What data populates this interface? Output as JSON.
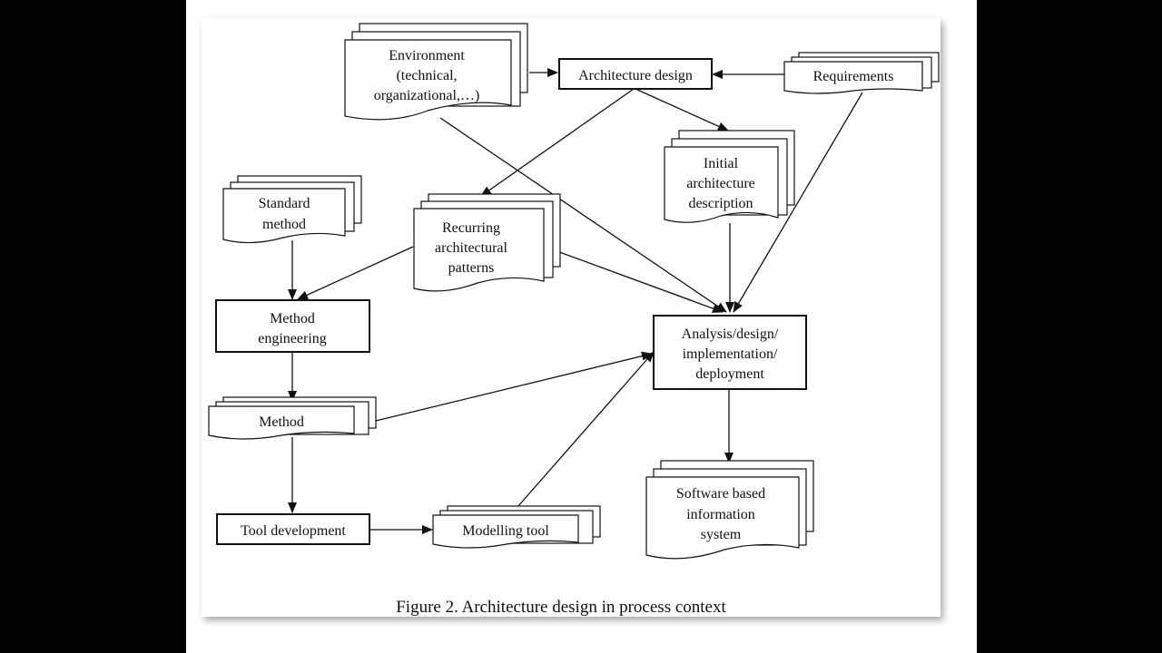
{
  "environment": [
    "Environment",
    "(technical,",
    "organizational,…)"
  ],
  "architecture_design": "Architecture design",
  "requirements": "Requirements",
  "initial_architecture_description": [
    "Initial",
    "architecture",
    "description"
  ],
  "standard_method": [
    "Standard",
    "method"
  ],
  "recurring_architectural_patterns": [
    "Recurring",
    "architectural",
    "patterns"
  ],
  "method_engineering": [
    "Method",
    "engineering"
  ],
  "analysis_design": [
    "Analysis/design/",
    "implementation/",
    "deployment"
  ],
  "method": "Method",
  "tool_development": "Tool development",
  "modelling_tool": "Modelling tool",
  "software_system": [
    "Software based",
    "information",
    "system"
  ],
  "caption": "Figure 2. Architecture design in process context"
}
